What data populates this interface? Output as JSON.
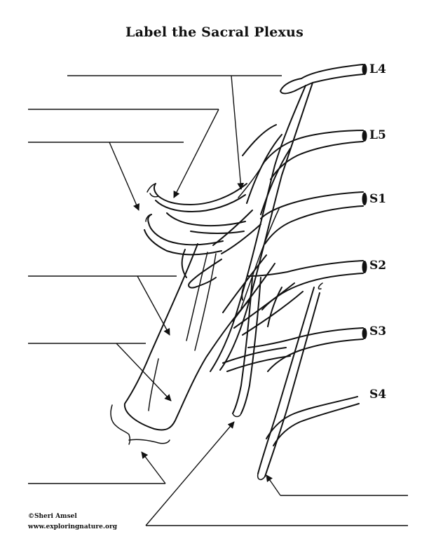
{
  "page": {
    "title": "Label the Sacral Plexus"
  },
  "roots": [
    {
      "id": "l4",
      "label": "L4"
    },
    {
      "id": "l5",
      "label": "L5"
    },
    {
      "id": "s1",
      "label": "S1"
    },
    {
      "id": "s2",
      "label": "S2"
    },
    {
      "id": "s3",
      "label": "S3"
    },
    {
      "id": "s4",
      "label": "S4"
    }
  ],
  "credits": {
    "author": "©Sheri Amsel",
    "website": "www.exploringnature.org"
  },
  "colors": {
    "ink": "#111111",
    "background": "#ffffff"
  }
}
